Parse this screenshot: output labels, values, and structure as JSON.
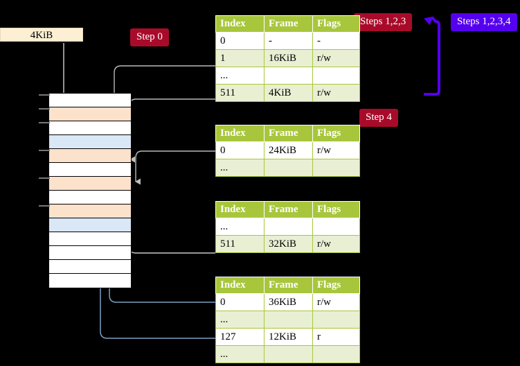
{
  "diagram": {
    "title_badges": [
      {
        "name": "step0",
        "label": "Step 0",
        "color": "#a80b2a"
      },
      {
        "name": "step123",
        "label": "Steps 1,2,3",
        "color": "#a80b2a"
      },
      {
        "name": "step1234",
        "label": "Steps 1,2,3,4",
        "color": "#5500ee"
      },
      {
        "name": "step4",
        "label": "Step 4",
        "color": "#a80b2a"
      }
    ],
    "memory_label": {
      "text": "4KiB"
    },
    "memory_rows": [
      {
        "fill": "white"
      },
      {
        "fill": "orange"
      },
      {
        "fill": "white"
      },
      {
        "fill": "blue"
      },
      {
        "fill": "orange"
      },
      {
        "fill": "white"
      },
      {
        "fill": "orange"
      },
      {
        "fill": "white"
      },
      {
        "fill": "orange"
      },
      {
        "fill": "blue"
      },
      {
        "fill": "white"
      },
      {
        "fill": "white"
      },
      {
        "fill": "white"
      },
      {
        "fill": "white"
      }
    ],
    "columns": [
      "Index",
      "Frame",
      "Flags"
    ],
    "tables": [
      {
        "name": "pml4-table",
        "rows": [
          {
            "cells": [
              "0",
              "-",
              "-"
            ],
            "alt": false,
            "highlight": false
          },
          {
            "cells": [
              "1",
              "16KiB",
              "r/w"
            ],
            "alt": true,
            "highlight": false
          },
          {
            "cells": [
              "...",
              "",
              ""
            ],
            "alt": false,
            "highlight": false
          },
          {
            "cells": [
              "511",
              "4KiB",
              "r/w"
            ],
            "alt": true,
            "highlight": true
          }
        ]
      },
      {
        "name": "pdpt-table",
        "rows": [
          {
            "cells": [
              "0",
              "24KiB",
              "r/w"
            ],
            "alt": false,
            "highlight": false
          },
          {
            "cells": [
              "...",
              "",
              ""
            ],
            "alt": true,
            "highlight": false
          }
        ]
      },
      {
        "name": "pd-table",
        "rows": [
          {
            "cells": [
              "...",
              "",
              ""
            ],
            "alt": false,
            "highlight": false
          },
          {
            "cells": [
              "511",
              "32KiB",
              "r/w"
            ],
            "alt": true,
            "highlight": false
          }
        ]
      },
      {
        "name": "pt-table",
        "rows": [
          {
            "cells": [
              "0",
              "36KiB",
              "r/w"
            ],
            "alt": false,
            "highlight": false
          },
          {
            "cells": [
              "...",
              "",
              ""
            ],
            "alt": true,
            "highlight": false
          },
          {
            "cells": [
              "127",
              "12KiB",
              "r"
            ],
            "alt": false,
            "highlight": false
          },
          {
            "cells": [
              "...",
              "",
              ""
            ],
            "alt": true,
            "highlight": false
          }
        ]
      }
    ],
    "colors": {
      "header_green": "#a8c63c",
      "row_alt": "#e9efd3",
      "highlight_yellow": "#fdfaa8",
      "gray_connector": "#b0b0b0",
      "blue_connector": "#7d9fc4",
      "purple_bracket": "#5500ee",
      "mem_orange": "#fde2cb",
      "mem_blue": "#d9e7f7"
    }
  }
}
